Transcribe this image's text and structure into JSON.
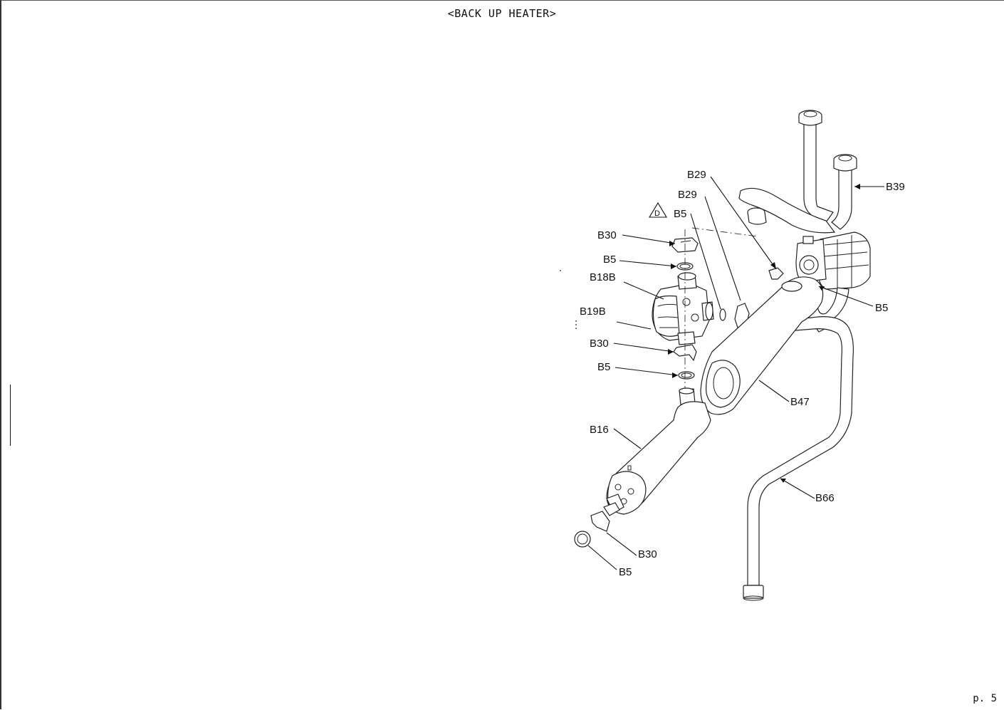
{
  "page": {
    "title": "<BACK UP HEATER>",
    "page_number": "p. 5"
  },
  "diagram": {
    "labels": [
      {
        "id": "b29-top",
        "text": "B29"
      },
      {
        "id": "b29-second",
        "text": "B29"
      },
      {
        "id": "b39",
        "text": "B39"
      },
      {
        "id": "d-mark",
        "text": "D"
      },
      {
        "id": "b5-top",
        "text": "B5"
      },
      {
        "id": "b30-top",
        "text": "B30"
      },
      {
        "id": "b5-second",
        "text": "B5"
      },
      {
        "id": "b18b",
        "text": "B18B"
      },
      {
        "id": "b19b",
        "text": "B19B"
      },
      {
        "id": "b5-right",
        "text": "B5"
      },
      {
        "id": "b30-middle",
        "text": "B30"
      },
      {
        "id": "b5-middle",
        "text": "B5"
      },
      {
        "id": "b47",
        "text": "B47"
      },
      {
        "id": "b16",
        "text": "B16"
      },
      {
        "id": "b66",
        "text": "B66"
      },
      {
        "id": "b30-bottom",
        "text": "B30"
      },
      {
        "id": "b5-bottom",
        "text": "B5"
      }
    ]
  }
}
